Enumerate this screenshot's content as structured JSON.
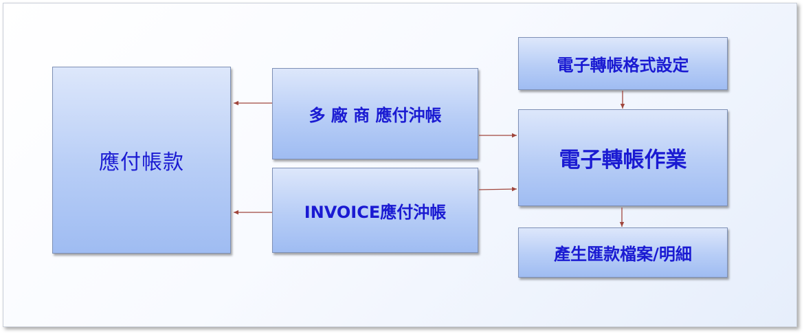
{
  "diagram": {
    "nodes": [
      {
        "id": "ap",
        "label": "應付帳款"
      },
      {
        "id": "multi",
        "label": "多 廠 商 應付沖帳"
      },
      {
        "id": "invoice",
        "label": "INVOICE應付沖帳"
      },
      {
        "id": "format",
        "label": "電子轉帳格式設定"
      },
      {
        "id": "transfer",
        "label": "電子轉帳作業"
      },
      {
        "id": "file",
        "label": "產生匯款檔案/明細"
      }
    ],
    "edges": [
      {
        "from": "multi",
        "to": "ap"
      },
      {
        "from": "invoice",
        "to": "ap"
      },
      {
        "from": "multi",
        "to": "transfer"
      },
      {
        "from": "invoice",
        "to": "transfer"
      },
      {
        "from": "format",
        "to": "transfer"
      },
      {
        "from": "transfer",
        "to": "file"
      }
    ],
    "colors": {
      "text": "#1a1ad2",
      "arrow": "#a0463c",
      "box_top": "#dde7fb",
      "box_bottom": "#9fbcf2"
    }
  }
}
